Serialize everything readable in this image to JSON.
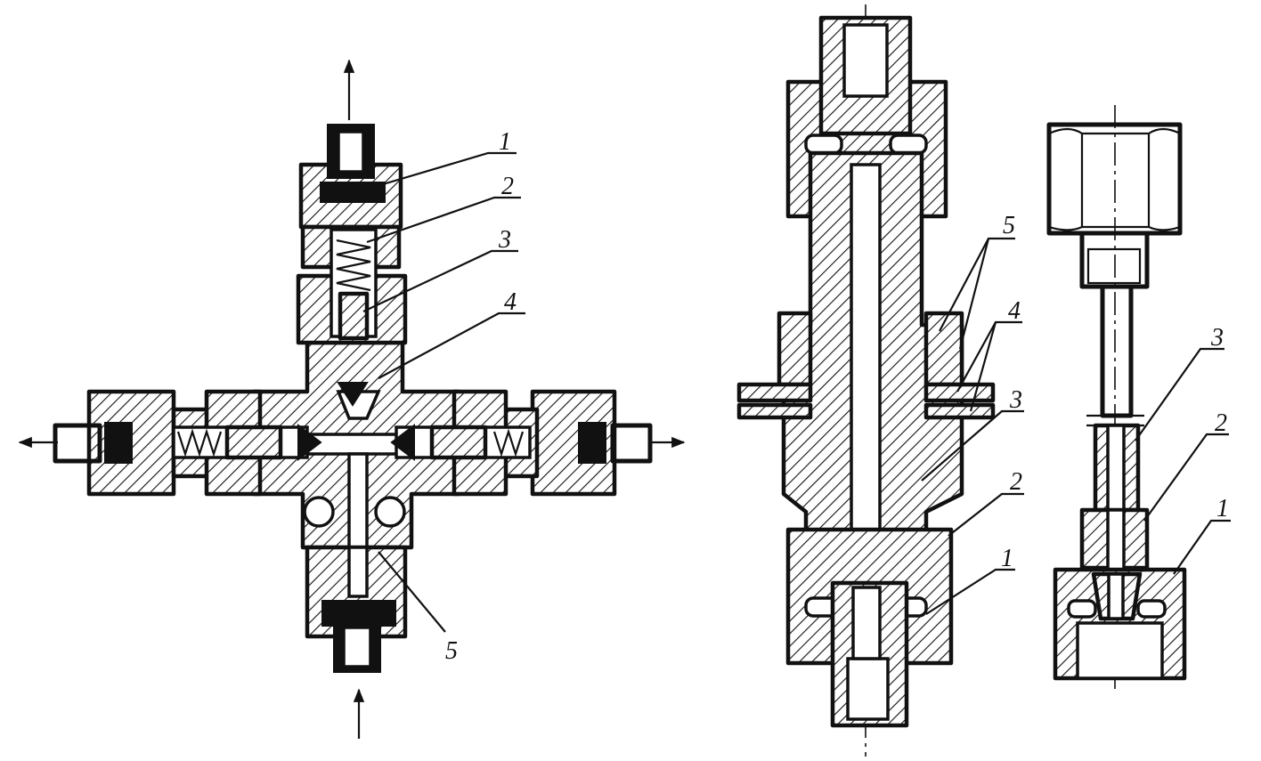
{
  "left_assembly": {
    "callouts": [
      "1",
      "2",
      "3",
      "4",
      "5"
    ]
  },
  "middle_assembly": {
    "callouts": [
      "5",
      "4",
      "3",
      "2",
      "1"
    ]
  },
  "right_assembly": {
    "callouts": [
      "3",
      "2",
      "1"
    ]
  }
}
